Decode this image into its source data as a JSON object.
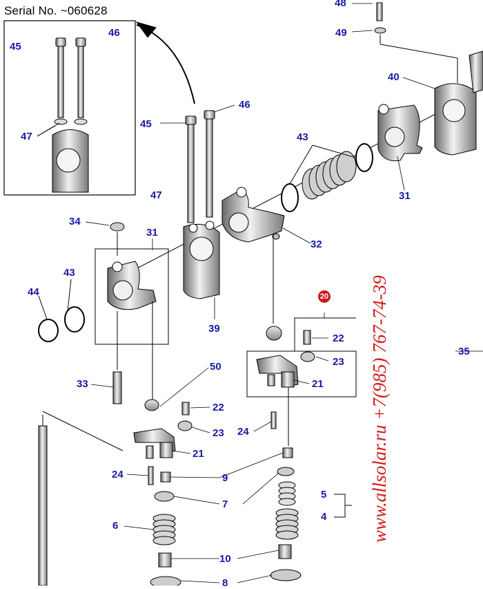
{
  "serial": "Serial No. ~060628",
  "watermark": "www.allsolar.ru +7(985) 767-74-39",
  "badge": "20",
  "labels": {
    "l48": "48",
    "l49": "49",
    "l40": "40",
    "l46i": "46",
    "l45i": "45",
    "l47i": "47",
    "l45": "45",
    "l46": "46",
    "l43a": "43",
    "l47": "47",
    "l31a": "31",
    "l34": "34",
    "l31b": "31",
    "l32": "32",
    "l44": "44",
    "l43b": "43",
    "l39": "39",
    "l22a": "22",
    "l23a": "23",
    "l50": "50",
    "l21a": "21",
    "l35": "35",
    "l33": "33",
    "l22b": "22",
    "l23b": "23",
    "l24a": "24",
    "l21b": "21",
    "l24b": "24",
    "l9": "9",
    "l5": "5",
    "l7": "7",
    "l4": "4",
    "l6": "6",
    "l10": "10",
    "l8": "8"
  },
  "colors": {
    "label": "#1a1aa6",
    "watermark": "#d21a1a",
    "badge": "#cc1b1b",
    "line": "#000000"
  }
}
